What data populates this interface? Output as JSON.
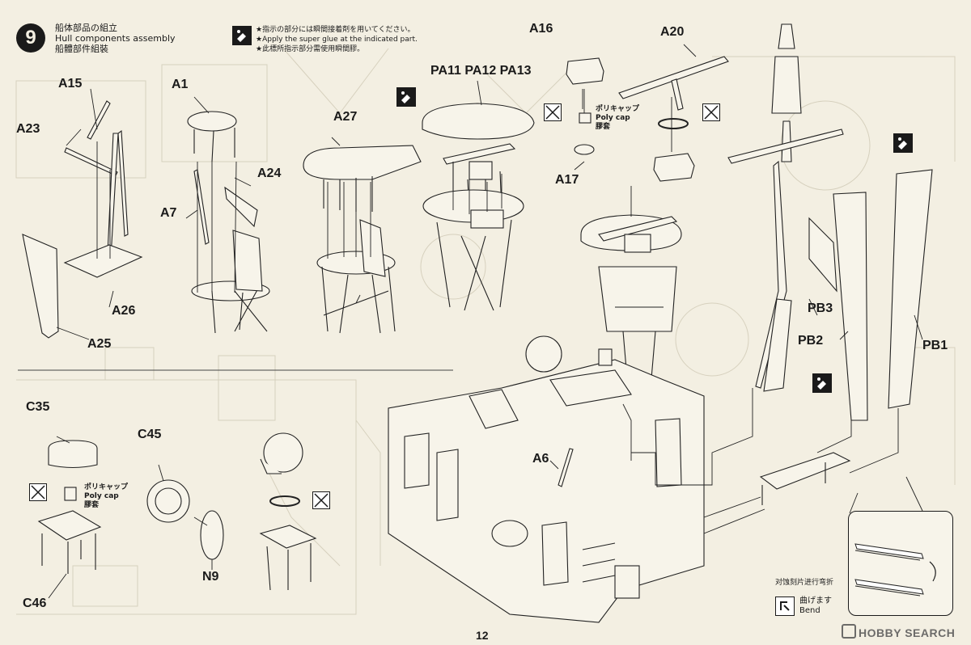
{
  "step": {
    "number": "9",
    "title_jp": "船体部品の組立",
    "title_en": "Hull components assembly",
    "title_zh": "船體部件組裝"
  },
  "glue_note": {
    "line_jp": "★指示の部分には瞬間接着剤を用いてください。",
    "line_en": "★Apply the super glue at the indicated part.",
    "line_zh": "★此標所指示部分需使用瞬間膠。"
  },
  "parts": {
    "a15": "A15",
    "a1": "A1",
    "a23": "A23",
    "a24": "A24",
    "a7": "A7",
    "a26": "A26",
    "a25": "A25",
    "a27": "A27",
    "pa_group": "PA11 PA12 PA13",
    "a16": "A16",
    "a17": "A17",
    "a20": "A20",
    "pb3": "PB3",
    "pb2": "PB2",
    "pb1": "PB1",
    "c35": "C35",
    "c45": "C45",
    "c46": "C46",
    "n9": "N9",
    "a6": "A6"
  },
  "poly_cap": {
    "jp": "ポリキャップ",
    "en": "Poly cap",
    "zh": "膠套"
  },
  "bend": {
    "zh": "对蚀刻片进行弯折",
    "jp": "曲げます",
    "en": "Bend"
  },
  "page_number": "12",
  "watermark": "HOBBY SEARCH",
  "icons": {
    "step_badge": "circle-number-badge",
    "glue": "super-glue-icon",
    "no_glue": "no-glue-icon",
    "rotate": "rotate-arrow-icon",
    "bend": "bend-icon"
  },
  "colors": {
    "paper": "#f3efe2",
    "ink": "#1a1a1a"
  }
}
